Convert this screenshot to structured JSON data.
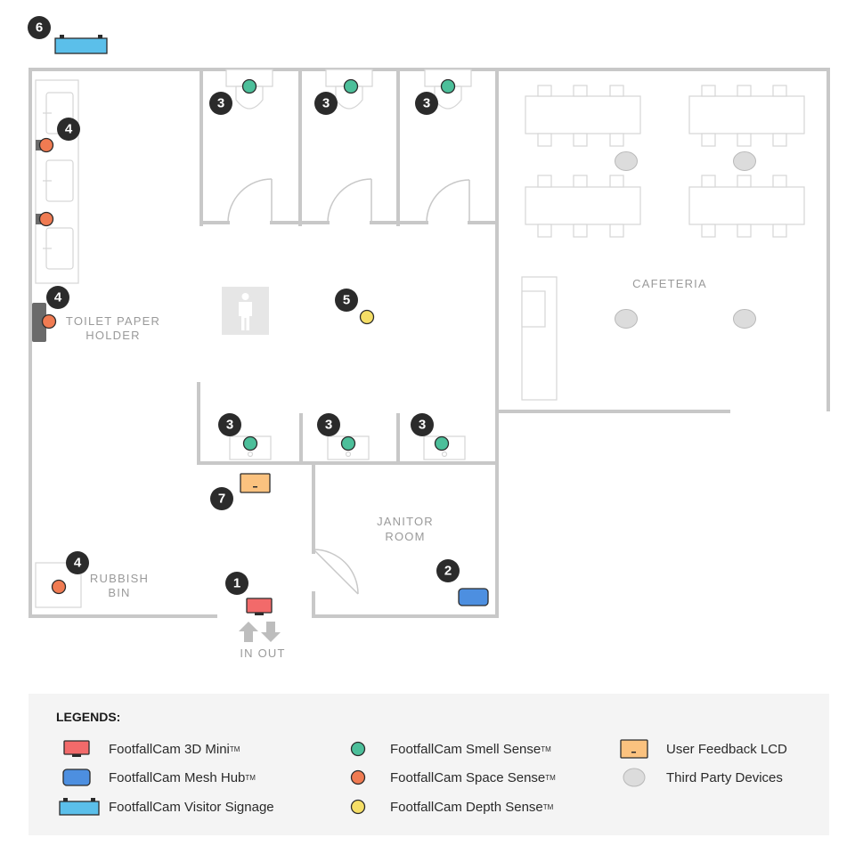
{
  "rooms": {
    "toilet_paper_holder_line1": "TOILET PAPER",
    "toilet_paper_holder_line2": "HOLDER",
    "cafeteria": "CAFETERIA",
    "janitor_line1": "JANITOR",
    "janitor_line2": "ROOM",
    "rubbish_line1": "RUBBISH",
    "rubbish_line2": "BIN",
    "in_out": "IN OUT"
  },
  "markers": [
    {
      "id": "marker-1",
      "label": "1"
    },
    {
      "id": "marker-2",
      "label": "2"
    },
    {
      "id": "marker-3a",
      "label": "3"
    },
    {
      "id": "marker-3b",
      "label": "3"
    },
    {
      "id": "marker-3c",
      "label": "3"
    },
    {
      "id": "marker-3d",
      "label": "3"
    },
    {
      "id": "marker-3e",
      "label": "3"
    },
    {
      "id": "marker-3f",
      "label": "3"
    },
    {
      "id": "marker-4a",
      "label": "4"
    },
    {
      "id": "marker-4b",
      "label": "4"
    },
    {
      "id": "marker-4c",
      "label": "4"
    },
    {
      "id": "marker-5",
      "label": "5"
    },
    {
      "id": "marker-6",
      "label": "6"
    },
    {
      "id": "marker-7",
      "label": "7"
    }
  ],
  "colors": {
    "mini3d": "#f26a6a",
    "mesh_hub": "#4d8fe0",
    "visitor_signage": "#5bbfea",
    "smell_sense": "#4cbf9a",
    "space_sense": "#f07b52",
    "depth_sense": "#f5de66",
    "feedback_lcd": "#fbc27f",
    "third_party": "#dcdcdc",
    "wall": "#c8c8c8",
    "marker": "#2b2b2b"
  },
  "icons": {
    "restroom_sign": "male-person-icon",
    "in_arrow": "arrow-up-icon",
    "out_arrow": "arrow-down-icon"
  },
  "legend": {
    "title": "LEGENDS:",
    "items": [
      {
        "name": "FootfallCam 3D Mini",
        "tm": "TM",
        "icon": "mini3d-icon"
      },
      {
        "name": "FootfallCam Mesh Hub",
        "tm": "TM",
        "icon": "mesh-hub-icon"
      },
      {
        "name": "FootfallCam Visitor Signage",
        "tm": "",
        "icon": "visitor-signage-icon"
      },
      {
        "name": "FootfallCam Smell Sense",
        "tm": "TM",
        "icon": "smell-sense-icon"
      },
      {
        "name": "FootfallCam Space Sense",
        "tm": "TM",
        "icon": "space-sense-icon"
      },
      {
        "name": "FootfallCam Depth Sense",
        "tm": "TM",
        "icon": "depth-sense-icon"
      },
      {
        "name": "User Feedback LCD",
        "tm": "",
        "icon": "feedback-lcd-icon"
      },
      {
        "name": "Third Party Devices",
        "tm": "",
        "icon": "third-party-icon"
      }
    ]
  }
}
